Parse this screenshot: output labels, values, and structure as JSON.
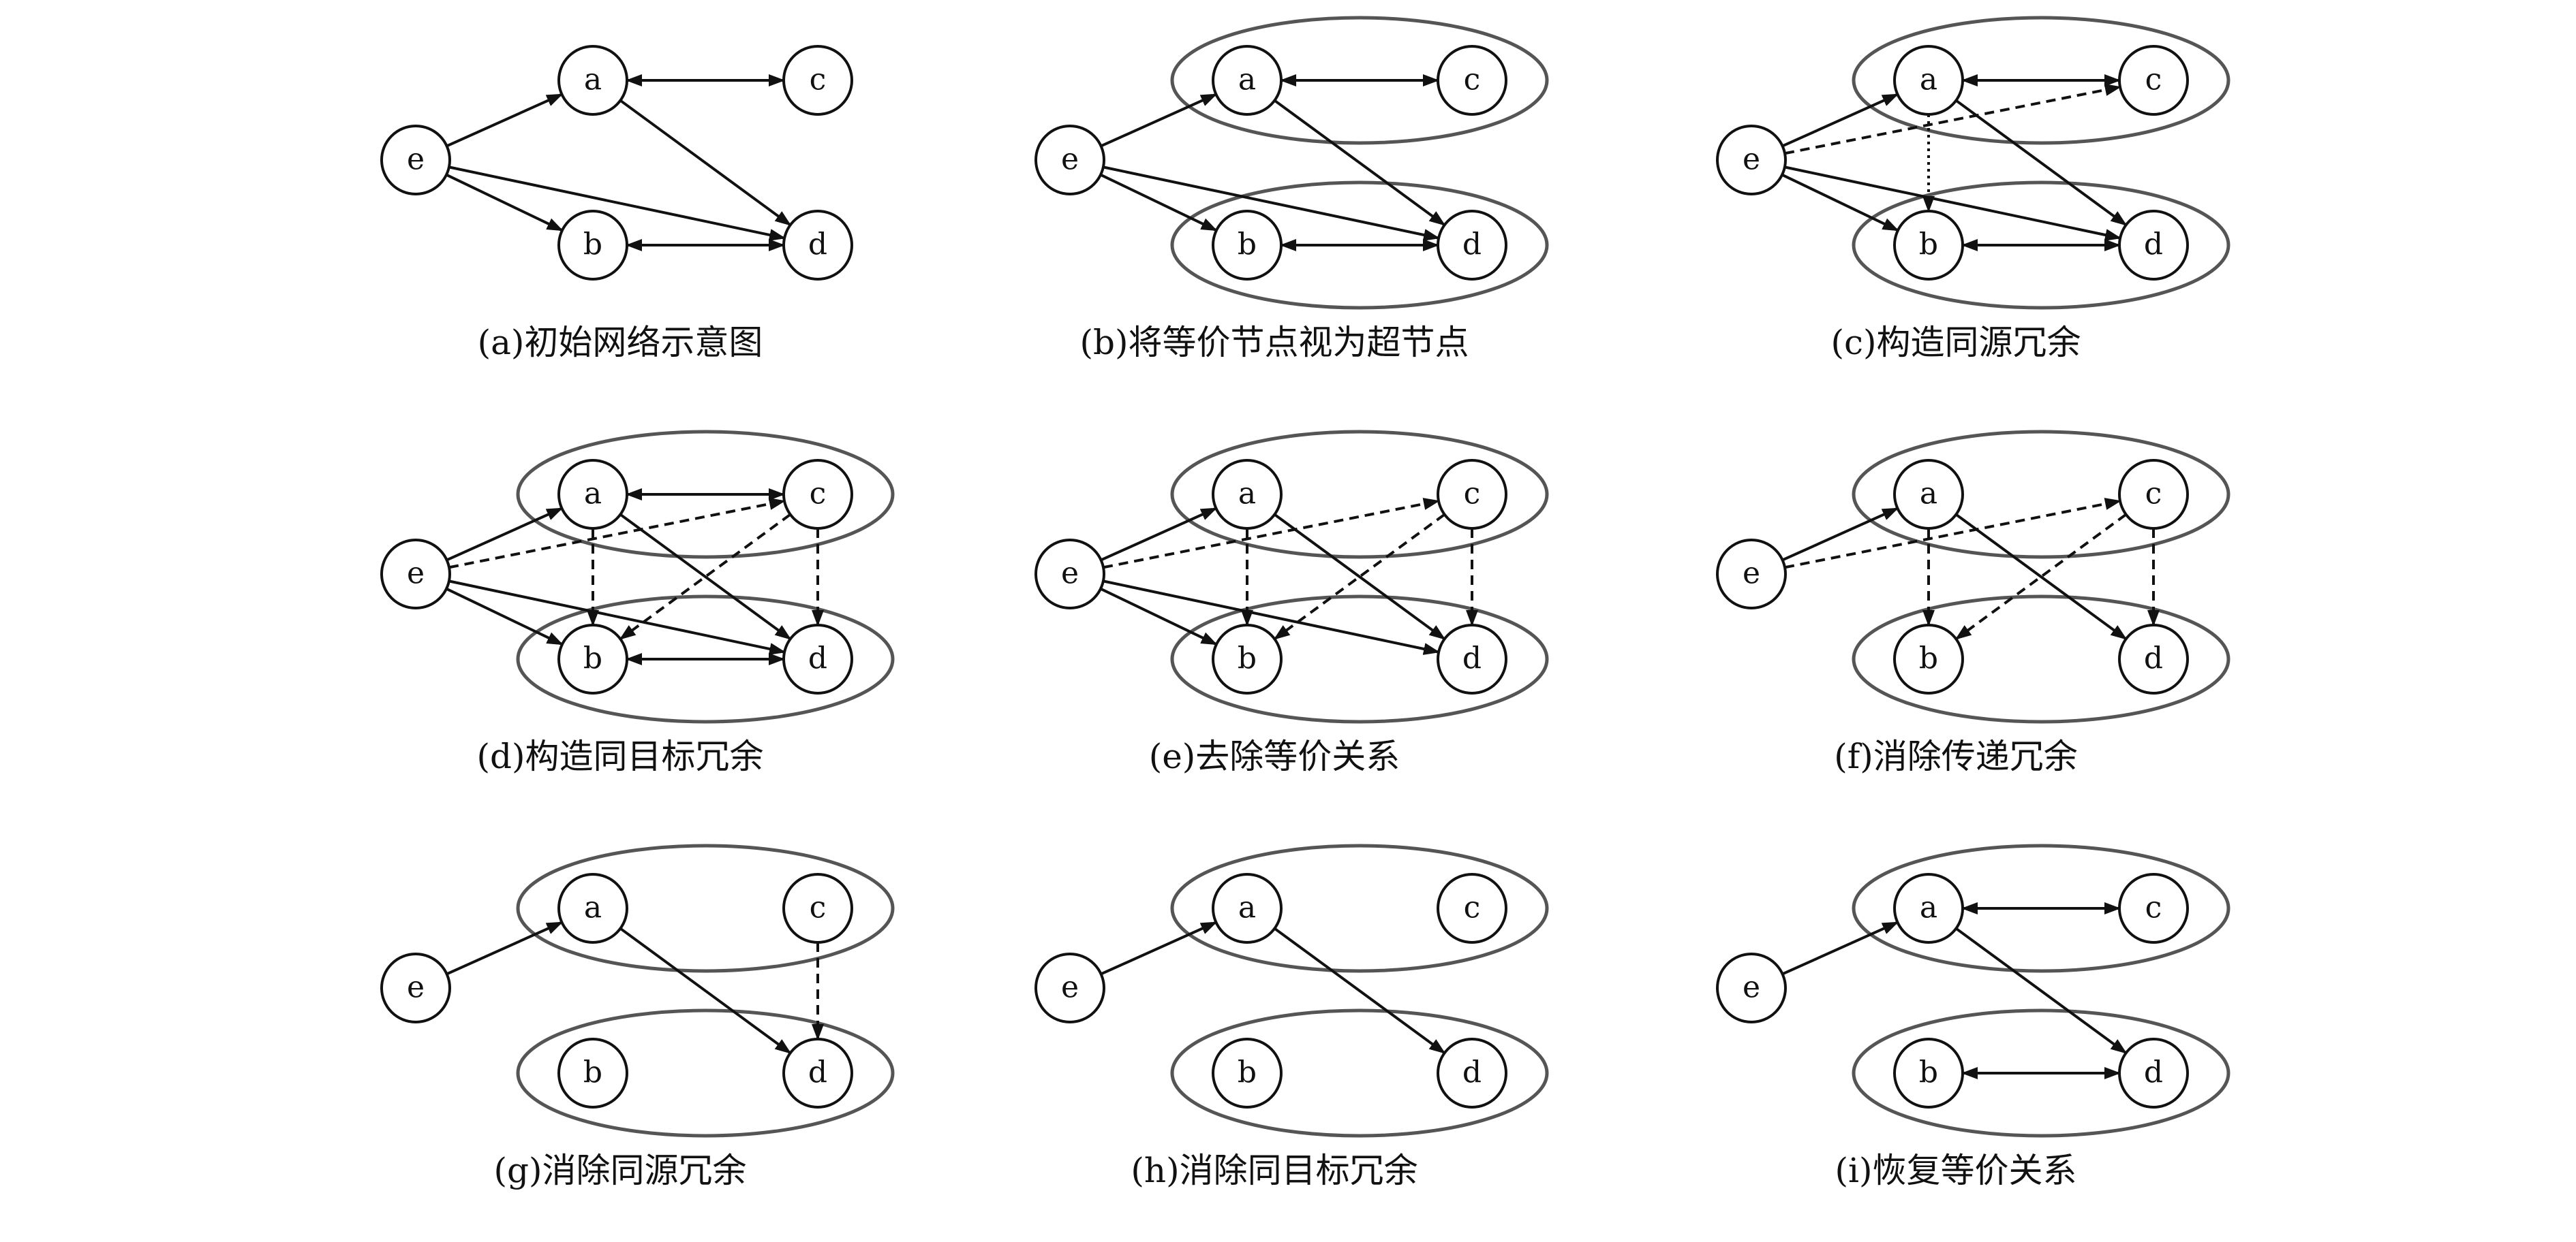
{
  "panels": [
    {
      "caption": "(a)初始网络示意图",
      "nodes": [
        {
          "id": "e",
          "label": "e"
        },
        {
          "id": "a",
          "label": "a"
        },
        {
          "id": "b",
          "label": "b"
        },
        {
          "id": "c",
          "label": "c"
        },
        {
          "id": "d",
          "label": "d"
        }
      ],
      "groups": [],
      "edges": [
        {
          "from": "e",
          "to": "a",
          "style": "solid",
          "dir": "forward"
        },
        {
          "from": "e",
          "to": "b",
          "style": "solid",
          "dir": "forward"
        },
        {
          "from": "e",
          "to": "d",
          "style": "solid",
          "dir": "forward"
        },
        {
          "from": "a",
          "to": "d",
          "style": "solid",
          "dir": "forward"
        },
        {
          "from": "a",
          "to": "c",
          "style": "solid",
          "dir": "both"
        },
        {
          "from": "b",
          "to": "d",
          "style": "solid",
          "dir": "both"
        }
      ]
    },
    {
      "caption": "(b)将等价节点视为超节点",
      "nodes": [
        {
          "id": "e",
          "label": "e"
        },
        {
          "id": "a",
          "label": "a"
        },
        {
          "id": "b",
          "label": "b"
        },
        {
          "id": "c",
          "label": "c"
        },
        {
          "id": "d",
          "label": "d"
        }
      ],
      "groups": [
        {
          "members": [
            "a",
            "c"
          ]
        },
        {
          "members": [
            "b",
            "d"
          ]
        }
      ],
      "edges": [
        {
          "from": "e",
          "to": "a",
          "style": "solid",
          "dir": "forward"
        },
        {
          "from": "e",
          "to": "b",
          "style": "solid",
          "dir": "forward"
        },
        {
          "from": "e",
          "to": "d",
          "style": "solid",
          "dir": "forward"
        },
        {
          "from": "a",
          "to": "d",
          "style": "solid",
          "dir": "forward"
        },
        {
          "from": "a",
          "to": "c",
          "style": "solid",
          "dir": "both"
        },
        {
          "from": "b",
          "to": "d",
          "style": "solid",
          "dir": "both"
        }
      ]
    },
    {
      "caption": "(c)构造同源冗余",
      "nodes": [
        {
          "id": "e",
          "label": "e"
        },
        {
          "id": "a",
          "label": "a"
        },
        {
          "id": "b",
          "label": "b"
        },
        {
          "id": "c",
          "label": "c"
        },
        {
          "id": "d",
          "label": "d"
        }
      ],
      "groups": [
        {
          "members": [
            "a",
            "c"
          ]
        },
        {
          "members": [
            "b",
            "d"
          ]
        }
      ],
      "edges": [
        {
          "from": "e",
          "to": "a",
          "style": "solid",
          "dir": "forward"
        },
        {
          "from": "e",
          "to": "b",
          "style": "solid",
          "dir": "forward"
        },
        {
          "from": "e",
          "to": "d",
          "style": "solid",
          "dir": "forward"
        },
        {
          "from": "e",
          "to": "c",
          "style": "dashed",
          "dir": "forward"
        },
        {
          "from": "a",
          "to": "d",
          "style": "solid",
          "dir": "forward"
        },
        {
          "from": "a",
          "to": "b",
          "style": "dotted",
          "dir": "forward"
        },
        {
          "from": "a",
          "to": "c",
          "style": "solid",
          "dir": "both"
        },
        {
          "from": "b",
          "to": "d",
          "style": "solid",
          "dir": "both"
        }
      ]
    },
    {
      "caption": "(d)构造同目标冗余",
      "nodes": [
        {
          "id": "e",
          "label": "e"
        },
        {
          "id": "a",
          "label": "a"
        },
        {
          "id": "b",
          "label": "b"
        },
        {
          "id": "c",
          "label": "c"
        },
        {
          "id": "d",
          "label": "d"
        }
      ],
      "groups": [
        {
          "members": [
            "a",
            "c"
          ]
        },
        {
          "members": [
            "b",
            "d"
          ]
        }
      ],
      "edges": [
        {
          "from": "e",
          "to": "a",
          "style": "solid",
          "dir": "forward"
        },
        {
          "from": "e",
          "to": "b",
          "style": "solid",
          "dir": "forward"
        },
        {
          "from": "e",
          "to": "d",
          "style": "solid",
          "dir": "forward"
        },
        {
          "from": "e",
          "to": "c",
          "style": "dashed",
          "dir": "forward"
        },
        {
          "from": "a",
          "to": "d",
          "style": "solid",
          "dir": "forward"
        },
        {
          "from": "a",
          "to": "b",
          "style": "dashed",
          "dir": "forward"
        },
        {
          "from": "c",
          "to": "d",
          "style": "dashed",
          "dir": "forward"
        },
        {
          "from": "c",
          "to": "b",
          "style": "dashed",
          "dir": "forward"
        },
        {
          "from": "a",
          "to": "c",
          "style": "solid",
          "dir": "both"
        },
        {
          "from": "b",
          "to": "d",
          "style": "solid",
          "dir": "both"
        }
      ]
    },
    {
      "caption": "(e)去除等价关系",
      "nodes": [
        {
          "id": "e",
          "label": "e"
        },
        {
          "id": "a",
          "label": "a"
        },
        {
          "id": "b",
          "label": "b"
        },
        {
          "id": "c",
          "label": "c"
        },
        {
          "id": "d",
          "label": "d"
        }
      ],
      "groups": [
        {
          "members": [
            "a",
            "c"
          ]
        },
        {
          "members": [
            "b",
            "d"
          ]
        }
      ],
      "edges": [
        {
          "from": "e",
          "to": "a",
          "style": "solid",
          "dir": "forward"
        },
        {
          "from": "e",
          "to": "b",
          "style": "solid",
          "dir": "forward"
        },
        {
          "from": "e",
          "to": "d",
          "style": "solid",
          "dir": "forward"
        },
        {
          "from": "e",
          "to": "c",
          "style": "dashed",
          "dir": "forward"
        },
        {
          "from": "a",
          "to": "d",
          "style": "solid",
          "dir": "forward"
        },
        {
          "from": "a",
          "to": "b",
          "style": "dashed",
          "dir": "forward"
        },
        {
          "from": "c",
          "to": "d",
          "style": "dashed",
          "dir": "forward"
        },
        {
          "from": "c",
          "to": "b",
          "style": "dashed",
          "dir": "forward"
        }
      ]
    },
    {
      "caption": "(f)消除传递冗余",
      "nodes": [
        {
          "id": "e",
          "label": "e"
        },
        {
          "id": "a",
          "label": "a"
        },
        {
          "id": "b",
          "label": "b"
        },
        {
          "id": "c",
          "label": "c"
        },
        {
          "id": "d",
          "label": "d"
        }
      ],
      "groups": [
        {
          "members": [
            "a",
            "c"
          ]
        },
        {
          "members": [
            "b",
            "d"
          ]
        }
      ],
      "edges": [
        {
          "from": "e",
          "to": "a",
          "style": "solid",
          "dir": "forward"
        },
        {
          "from": "e",
          "to": "c",
          "style": "dashed",
          "dir": "forward"
        },
        {
          "from": "a",
          "to": "d",
          "style": "solid",
          "dir": "forward"
        },
        {
          "from": "a",
          "to": "b",
          "style": "dashed",
          "dir": "forward"
        },
        {
          "from": "c",
          "to": "d",
          "style": "dashed",
          "dir": "forward"
        },
        {
          "from": "c",
          "to": "b",
          "style": "dashed",
          "dir": "forward"
        }
      ]
    },
    {
      "caption": "(g)消除同源冗余",
      "nodes": [
        {
          "id": "e",
          "label": "e"
        },
        {
          "id": "a",
          "label": "a"
        },
        {
          "id": "b",
          "label": "b"
        },
        {
          "id": "c",
          "label": "c"
        },
        {
          "id": "d",
          "label": "d"
        }
      ],
      "groups": [
        {
          "members": [
            "a",
            "c"
          ]
        },
        {
          "members": [
            "b",
            "d"
          ]
        }
      ],
      "edges": [
        {
          "from": "e",
          "to": "a",
          "style": "solid",
          "dir": "forward"
        },
        {
          "from": "a",
          "to": "d",
          "style": "solid",
          "dir": "forward"
        },
        {
          "from": "c",
          "to": "d",
          "style": "dashed",
          "dir": "forward"
        }
      ]
    },
    {
      "caption": "(h)消除同目标冗余",
      "nodes": [
        {
          "id": "e",
          "label": "e"
        },
        {
          "id": "a",
          "label": "a"
        },
        {
          "id": "b",
          "label": "b"
        },
        {
          "id": "c",
          "label": "c"
        },
        {
          "id": "d",
          "label": "d"
        }
      ],
      "groups": [
        {
          "members": [
            "a",
            "c"
          ]
        },
        {
          "members": [
            "b",
            "d"
          ]
        }
      ],
      "edges": [
        {
          "from": "e",
          "to": "a",
          "style": "solid",
          "dir": "forward"
        },
        {
          "from": "a",
          "to": "d",
          "style": "solid",
          "dir": "forward"
        }
      ]
    },
    {
      "caption": "(i)恢复等价关系",
      "nodes": [
        {
          "id": "e",
          "label": "e"
        },
        {
          "id": "a",
          "label": "a"
        },
        {
          "id": "b",
          "label": "b"
        },
        {
          "id": "c",
          "label": "c"
        },
        {
          "id": "d",
          "label": "d"
        }
      ],
      "groups": [
        {
          "members": [
            "a",
            "c"
          ]
        },
        {
          "members": [
            "b",
            "d"
          ]
        }
      ],
      "edges": [
        {
          "from": "e",
          "to": "a",
          "style": "solid",
          "dir": "forward"
        },
        {
          "from": "a",
          "to": "d",
          "style": "solid",
          "dir": "forward"
        },
        {
          "from": "a",
          "to": "c",
          "style": "solid",
          "dir": "both"
        },
        {
          "from": "b",
          "to": "d",
          "style": "solid",
          "dir": "both"
        }
      ]
    }
  ]
}
